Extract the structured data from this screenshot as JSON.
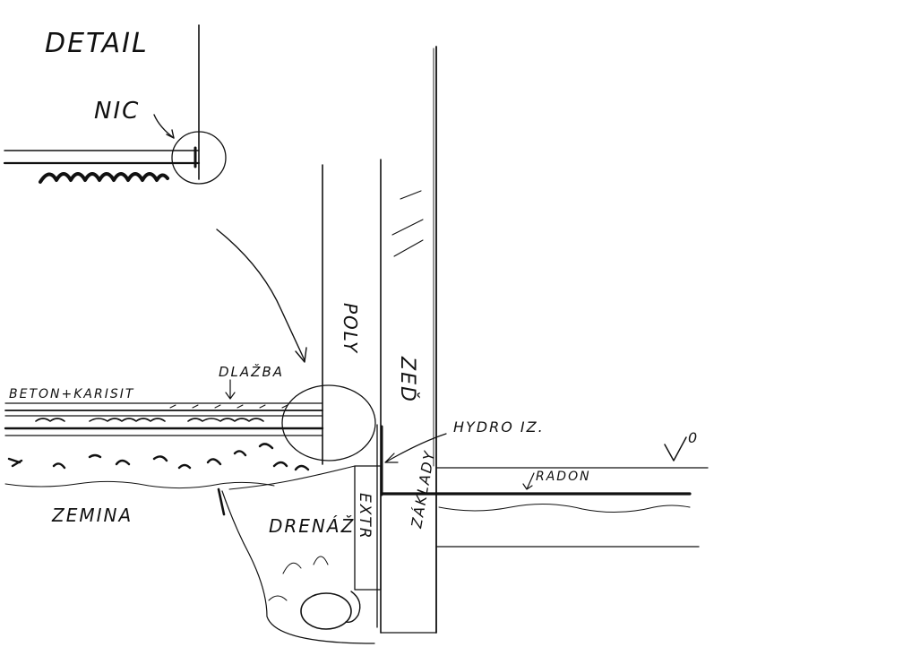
{
  "labels": {
    "detail": "DETAIL",
    "nic": "NIC",
    "poly": "POLY",
    "zed": "ZEĎ",
    "dlazba": "DLAŽBA",
    "beton": "BETON+KARISIT",
    "hydroiz": "HYDRO IZ.",
    "zemina": "ZEMINA",
    "drenaz": "DRENÁŽ",
    "extr": "EXTR",
    "zaklady": "ZÁKLADY",
    "radon": "RADON",
    "v": "V",
    "v_sup": "0"
  }
}
